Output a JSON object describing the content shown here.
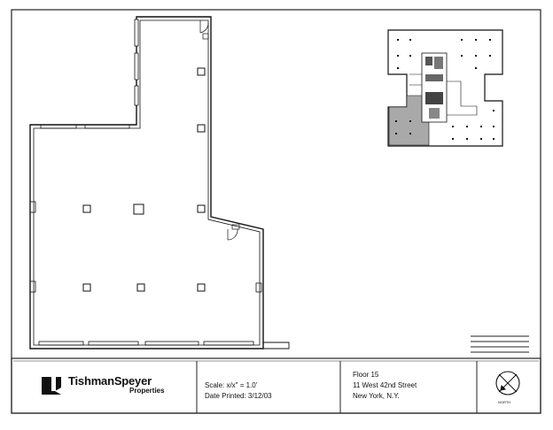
{
  "title_block": {
    "logo_name": "TishmanSpeyer",
    "logo_sub": "Properties",
    "scale": "Scale: x/x\" = 1.0'",
    "date_printed": "Date Printed: 3/12/03",
    "floor": "Floor 15",
    "address": "11 West 42nd Street",
    "city": "New York, N.Y.",
    "north_label": "NORTH"
  }
}
